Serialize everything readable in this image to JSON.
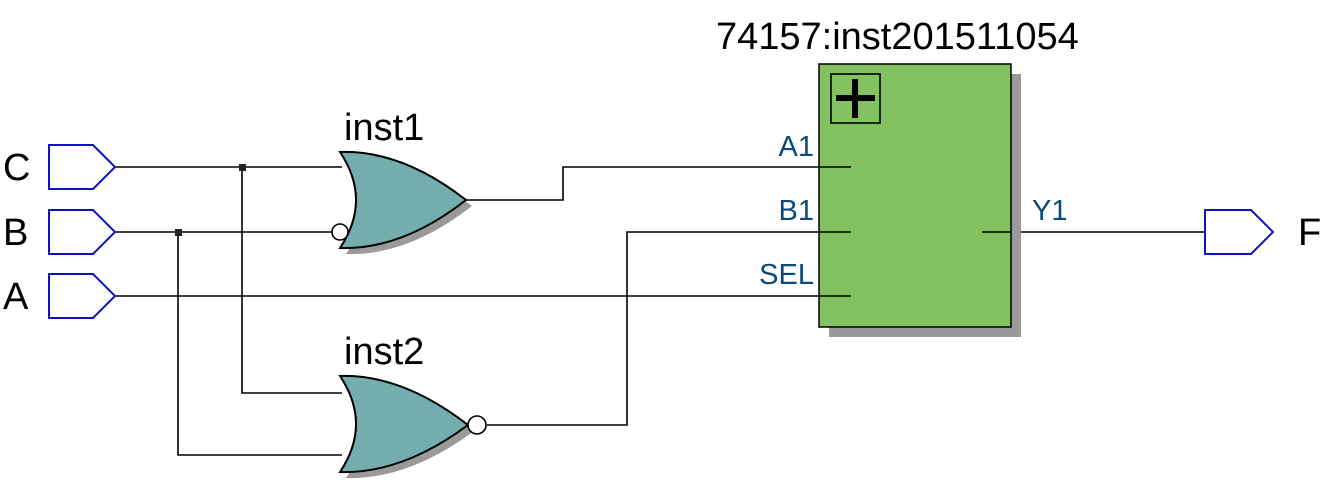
{
  "inputs": [
    {
      "label": "C"
    },
    {
      "label": "B"
    },
    {
      "label": "A"
    }
  ],
  "output": {
    "label": "F"
  },
  "gates": [
    {
      "label": "inst1"
    },
    {
      "label": "inst2"
    }
  ],
  "mux": {
    "title": "74157:inst201511054",
    "ports": {
      "a1": "A1",
      "b1": "B1",
      "sel": "SEL",
      "y1": "Y1"
    }
  },
  "colors": {
    "block": "#84c160",
    "gate": "#74adad",
    "pin": "#1010c8",
    "port_text": "#0c4a78"
  }
}
